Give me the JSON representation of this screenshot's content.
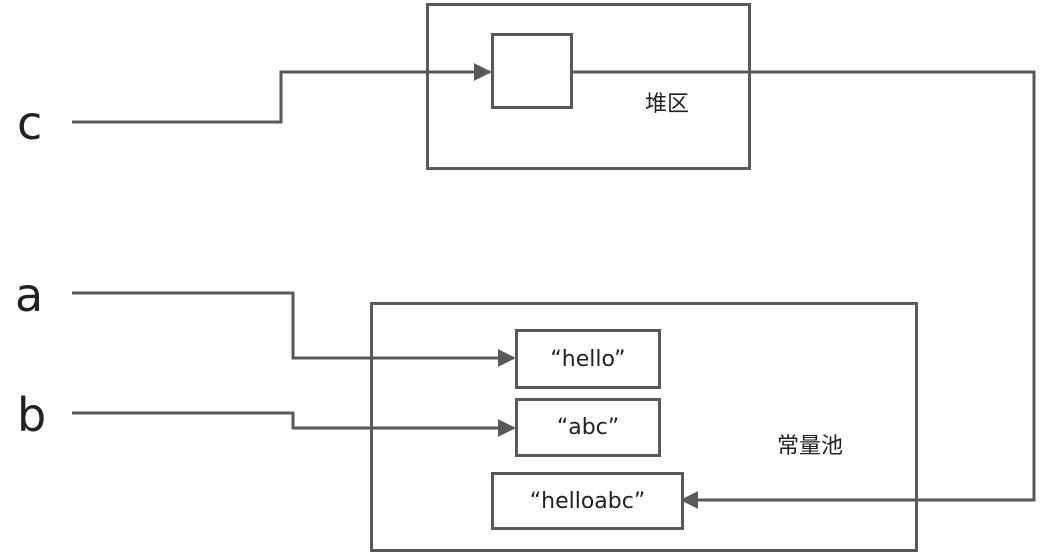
{
  "variables": {
    "c": "c",
    "a": "a",
    "b": "b"
  },
  "heap": {
    "label": "堆区"
  },
  "constant_pool": {
    "label": "常量池",
    "strings": {
      "hello": "“hello”",
      "abc": "“abc”",
      "helloabc": "“helloabc”"
    }
  },
  "colors": {
    "line": "#595959",
    "text": "#222222",
    "background": "#ffffff"
  }
}
